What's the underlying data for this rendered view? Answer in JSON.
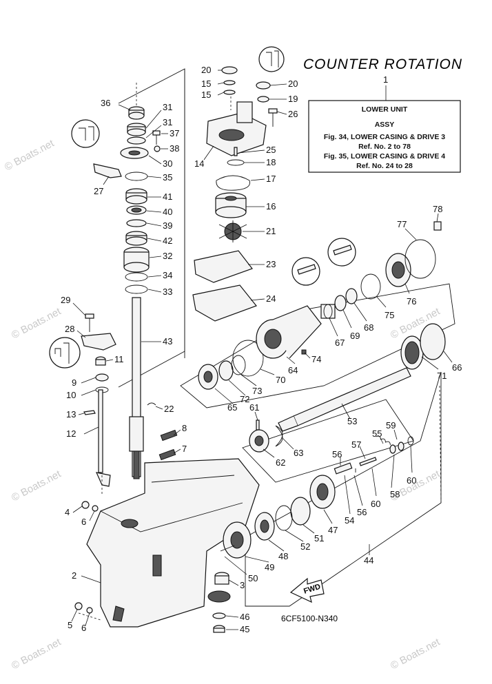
{
  "header": {
    "title": "COUNTER ROTATION",
    "title_ref": "1"
  },
  "info_box": {
    "line1": "LOWER UNIT",
    "line2": "ASSY",
    "line3": "Fig. 34, LOWER CASING & DRIVE 3",
    "line4": "Ref. No. 2 to 78",
    "line5": "Fig. 35, LOWER CASING & DRIVE 4",
    "line6": "Ref. No. 24 to 28"
  },
  "drawing_code": "6CF5100-N340",
  "fwd_label": "FWD",
  "watermark": "© Boats.net",
  "callouts": [
    "2",
    "3",
    "4",
    "5",
    "6",
    "7",
    "8",
    "9",
    "10",
    "11",
    "12",
    "13",
    "14",
    "15",
    "16",
    "17",
    "18",
    "19",
    "20",
    "21",
    "22",
    "23",
    "24",
    "25",
    "26",
    "27",
    "28",
    "29",
    "30",
    "31",
    "32",
    "33",
    "34",
    "35",
    "36",
    "37",
    "38",
    "39",
    "40",
    "41",
    "42",
    "43",
    "44",
    "45",
    "46",
    "47",
    "48",
    "49",
    "50",
    "51",
    "52",
    "53",
    "54",
    "55",
    "56",
    "57",
    "58",
    "59",
    "60",
    "61",
    "62",
    "63",
    "64",
    "65",
    "66",
    "67",
    "68",
    "69",
    "70",
    "71",
    "72",
    "73",
    "74",
    "75",
    "76",
    "77",
    "78"
  ]
}
